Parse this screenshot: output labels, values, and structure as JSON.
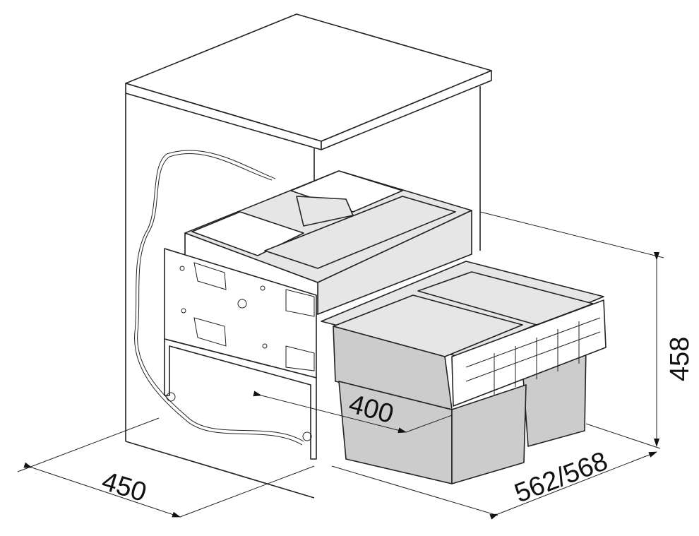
{
  "drawing": {
    "dimensions": {
      "cabinet_depth": "450",
      "bin_width": "400",
      "pullout_depth": "562/568",
      "height": "458"
    },
    "colors": {
      "line": "#222222",
      "bin_fill": "#cccccc",
      "frame_fill": "#e6e6e6"
    }
  }
}
